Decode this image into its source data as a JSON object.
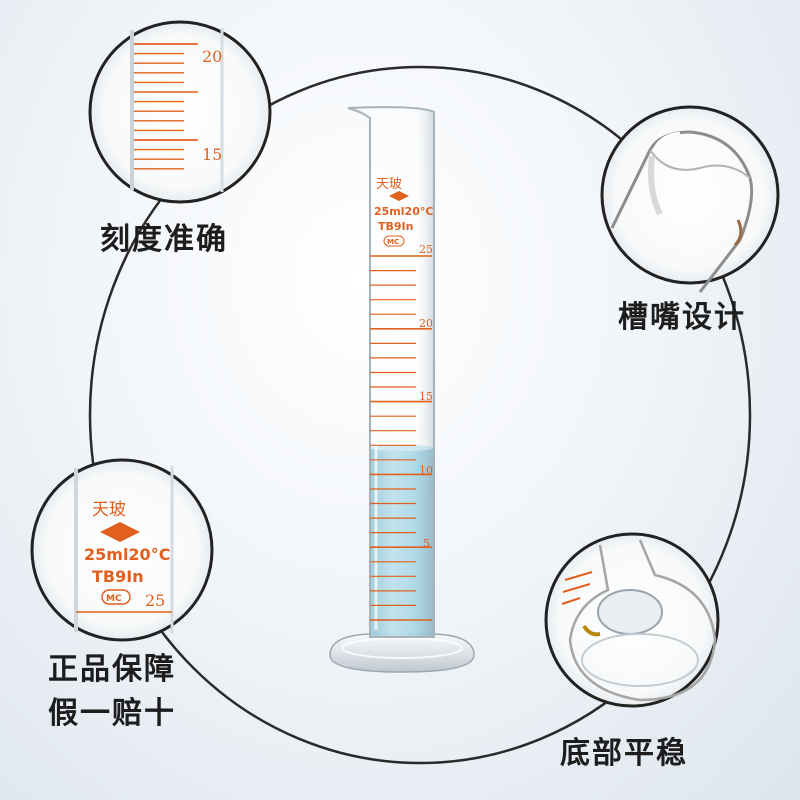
{
  "features": {
    "scale_accuracy": "刻度准确",
    "spout_design": "槽嘴设计",
    "genuine_guarantee_line1": "正品保障",
    "genuine_guarantee_line2": "假一赔十",
    "stable_base": "底部平稳"
  },
  "cylinder": {
    "brand": "天玻",
    "capacity": "25ml20°C",
    "model": "TB9In",
    "mark": "MC",
    "scale_labels": [
      "25",
      "20",
      "15",
      "10",
      "5"
    ]
  },
  "zoom_scale": {
    "labels": [
      "20",
      "15"
    ]
  },
  "zoom_label": {
    "brand": "天玻",
    "capacity": "25ml20°C",
    "model": "TB9In",
    "mark": "MC",
    "top_value": "25"
  },
  "colors": {
    "graduation": "#e2601e",
    "liquid": "#7fc3d8",
    "ring": "#2a2a2a"
  }
}
